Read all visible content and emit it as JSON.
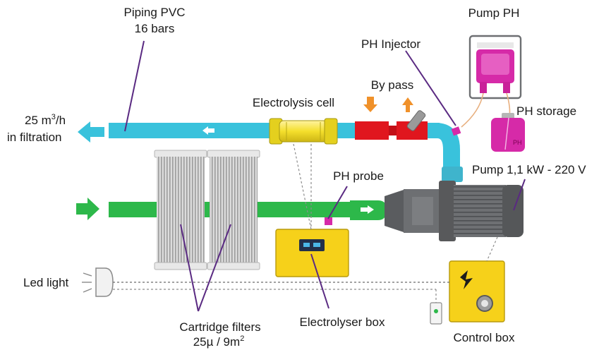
{
  "labels": {
    "piping_line1": "Piping PVC",
    "piping_line2": "16 bars",
    "flow_rate_number": "25 m",
    "flow_rate_sup": "3",
    "flow_rate_unit": "/h",
    "in_filtration": "in filtration",
    "electrolysis_cell": "Electrolysis cell",
    "by_pass": "By pass",
    "ph_injector": "PH Injector",
    "pump_ph": "Pump PH",
    "ph_storage": "PH storage",
    "ph_probe": "PH probe",
    "pump_motor": "Pump 1,1 kW - 220 V",
    "led_light": "Led light",
    "cartridge_line1": "Cartridge filters",
    "cartridge_line2_a": "25µ / 9m",
    "cartridge_line2_sup": "2",
    "electrolyser_box": "Electrolyser  box",
    "control_box": "Control box",
    "storage_tag": "PH"
  },
  "colors": {
    "return_pipe": "#39c2dc",
    "suction_pipe": "#2db84a",
    "bypass_red": "#e0161e",
    "cell_yellow": "#f6e23a",
    "box_yellow": "#f6d11a",
    "pump_ph_magenta": "#d62aa8",
    "pump_motor_grey": "#6d6f72",
    "filter_grey": "#c8c8c8",
    "pointer_purple": "#5a2a82",
    "bypass_arrow_orange": "#f0912a"
  }
}
